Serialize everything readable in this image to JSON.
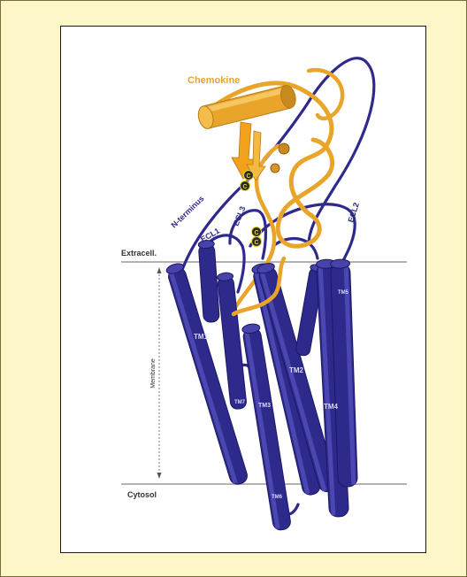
{
  "figure": {
    "chemokine_label": "Chemokine",
    "n_terminus_label": "N-terminus",
    "ecl1_label": "ECL1",
    "ecl2_label": "ECL2",
    "ecl3_label": "ECL3",
    "extracell_label": "Extracell.",
    "membrane_label": "Membrane",
    "cytosol_label": "Cytosol",
    "cys_label": "C",
    "helices": {
      "tm1": "TM1",
      "tm2": "TM2",
      "tm3": "TM3",
      "tm4": "TM4",
      "tm5": "TM5",
      "tm6": "TM6",
      "tm7": "TM7"
    }
  },
  "colors": {
    "receptor": "#2e2a8c",
    "receptor_dark": "#1b1866",
    "chemokine": "#e8a52a",
    "chemokine_dark": "#b9791a",
    "membrane_line": "#9a9a9a",
    "page_bg": "#fdf6c9"
  }
}
